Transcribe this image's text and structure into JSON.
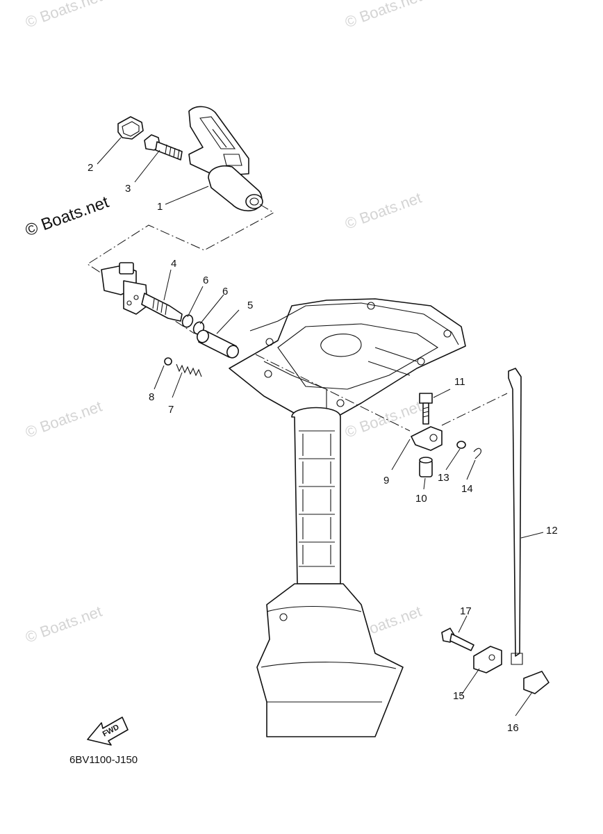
{
  "watermark": {
    "faded_text": "© Boats.net",
    "strong_text": "© Boats.net"
  },
  "diagram_code": "6BV1100-J150",
  "fwd_label": "FWD",
  "callouts": [
    "1",
    "2",
    "3",
    "4",
    "5",
    "6",
    "6",
    "7",
    "8",
    "9",
    "10",
    "11",
    "12",
    "13",
    "14",
    "15",
    "16",
    "17"
  ]
}
